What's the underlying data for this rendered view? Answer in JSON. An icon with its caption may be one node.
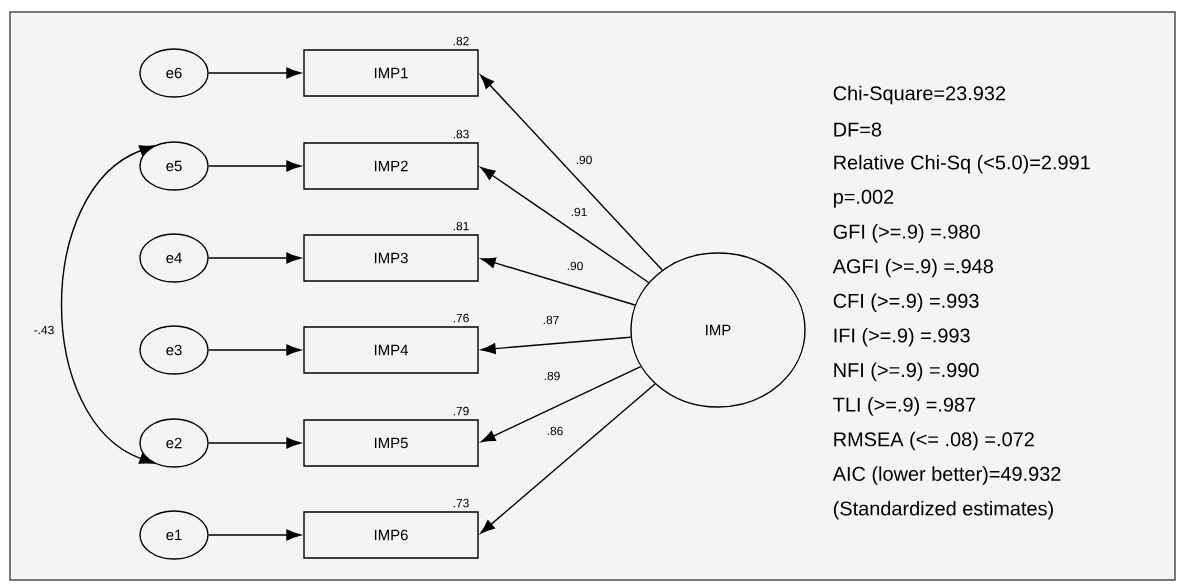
{
  "diagram": {
    "nodes": [
      {
        "text": [
          "e6"
        ]
      },
      {
        "text": [
          "IMP1"
        ],
        "beside": [
          ".82"
        ]
      },
      {
        "text": [
          "e5"
        ]
      },
      {
        "text": [
          "IMP2"
        ],
        "beside": [
          ".83"
        ]
      },
      {
        "text": [
          "e4"
        ]
      },
      {
        "text": [
          "IMP3"
        ],
        "beside": [
          ".81"
        ]
      },
      {
        "text": [
          "e3"
        ]
      },
      {
        "text": [
          "IMP4"
        ],
        "beside": [
          ".76"
        ]
      },
      {
        "text": [
          "e2"
        ]
      },
      {
        "text": [
          "IMP5"
        ],
        "beside": [
          ".79"
        ]
      },
      {
        "text": [
          "e1"
        ]
      },
      {
        "text": [
          "IMP6"
        ],
        "beside": [
          ".73"
        ]
      },
      {
        "text": [
          "IMP"
        ]
      }
    ],
    "edges": [
      {
        "from": 0,
        "to": 1,
        "arrow": "to"
      },
      {
        "from": 2,
        "to": 3,
        "arrow": "to"
      },
      {
        "from": 4,
        "to": 5,
        "arrow": "to"
      },
      {
        "from": 6,
        "to": 7,
        "arrow": "to"
      },
      {
        "from": 8,
        "to": 9,
        "arrow": "to"
      },
      {
        "from": 10,
        "to": 11,
        "arrow": "to"
      },
      {
        "from": 12,
        "to": 1,
        "arrow": "to",
        "label": ".90"
      },
      {
        "from": 12,
        "to": 3,
        "arrow": "to",
        "label": ".91"
      },
      {
        "from": 12,
        "to": 5,
        "arrow": "to",
        "label": ".90"
      },
      {
        "from": 12,
        "to": 7,
        "arrow": "to",
        "label": ".87"
      },
      {
        "from": 12,
        "to": 9,
        "arrow": "to",
        "label": ".89"
      },
      {
        "from": 12,
        "to": 11,
        "arrow": "to",
        "label": ".86"
      },
      {
        "from": 2,
        "to": 8,
        "arrow": "both",
        "label": "-.43"
      }
    ],
    "labels": [
      "Chi-Square=23.932",
      "DF=8",
      "Relative Chi-Sq (<5.0)=2.991",
      "p=.002",
      "GFI (>=.9) =.980",
      "AGFI (>=.9) =.948",
      "CFI (>=.9) =.993",
      "IFI (>=.9) =.993",
      "NFI (>=.9) =.990",
      "TLI (>=.9) =.987",
      "RMSEA (<= .08) =.072",
      "AIC (lower better)=49.932",
      "(Standardized estimates)"
    ]
  }
}
